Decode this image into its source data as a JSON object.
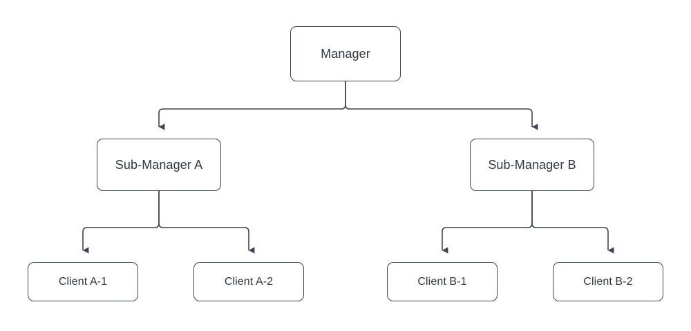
{
  "diagram": {
    "type": "org-chart-tree",
    "title": "",
    "background_color": "#ffffff",
    "node_border_color": "#3d4451",
    "node_fill_color": "#ffffff",
    "text_color": "#2f3640",
    "edge_color": "#3d4451",
    "nodes": {
      "root": {
        "id": "manager",
        "label": "Manager"
      },
      "mid_a": {
        "id": "sub-manager-a",
        "label": "Sub-Manager A"
      },
      "mid_b": {
        "id": "sub-manager-b",
        "label": "Sub-Manager B"
      },
      "leaf_a1": {
        "id": "client-a-1",
        "label": "Client A-1"
      },
      "leaf_a2": {
        "id": "client-a-2",
        "label": "Client A-2"
      },
      "leaf_b1": {
        "id": "client-b-1",
        "label": "Client B-1"
      },
      "leaf_b2": {
        "id": "client-b-2",
        "label": "Client B-2"
      }
    },
    "edges": [
      {
        "from": "manager",
        "to": "sub-manager-a",
        "arrow": "down"
      },
      {
        "from": "manager",
        "to": "sub-manager-b",
        "arrow": "down"
      },
      {
        "from": "sub-manager-a",
        "to": "client-a-1",
        "arrow": "down"
      },
      {
        "from": "sub-manager-a",
        "to": "client-a-2",
        "arrow": "down"
      },
      {
        "from": "sub-manager-b",
        "to": "client-b-1",
        "arrow": "down"
      },
      {
        "from": "sub-manager-b",
        "to": "client-b-2",
        "arrow": "down"
      }
    ]
  }
}
